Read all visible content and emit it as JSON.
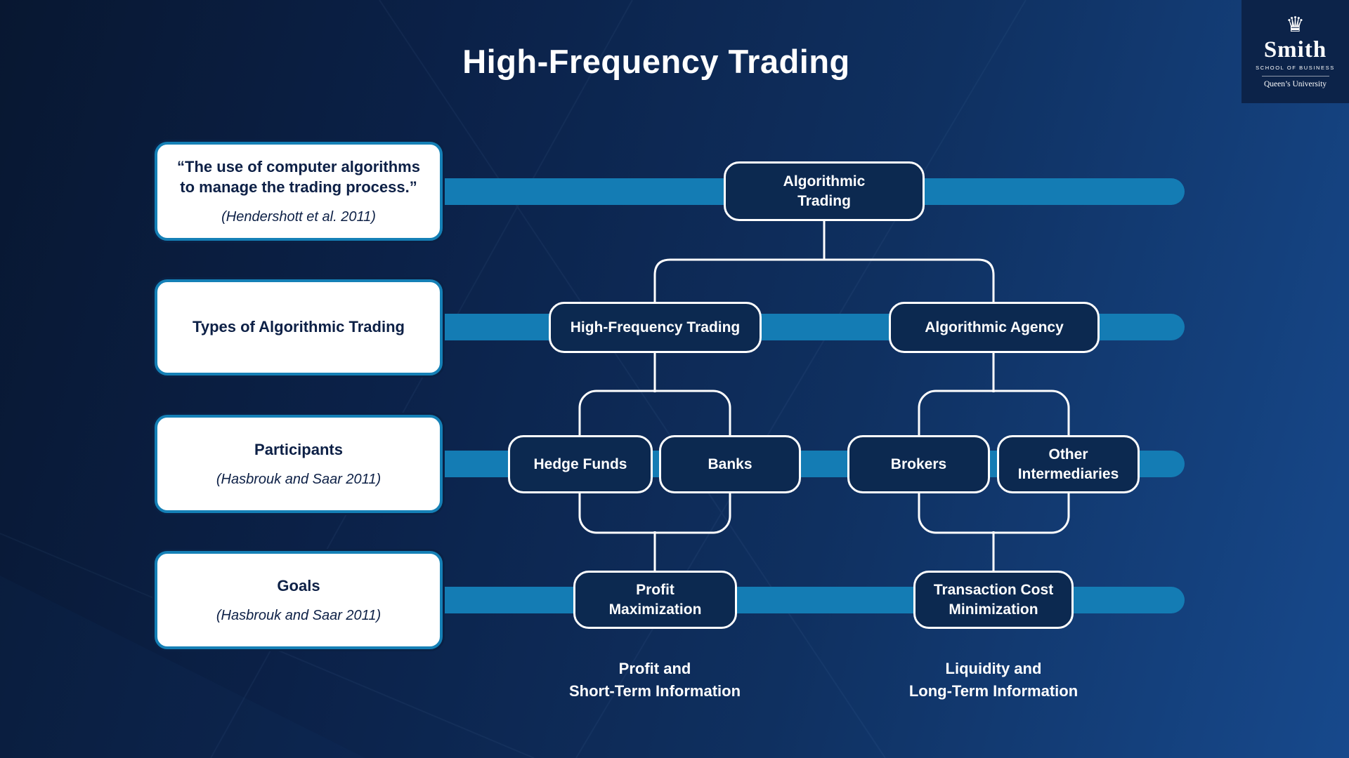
{
  "title": "High-Frequency Trading",
  "logo": {
    "crown_icon": "♛",
    "name": "Smith",
    "school": "SCHOOL OF BUSINESS",
    "university": "Queen’s University"
  },
  "left_boxes": [
    {
      "text": "“The use of computer algorithms\nto manage the trading process.”",
      "cite": "(Hendershott et al. 2011)"
    },
    {
      "text": "Types of Algorithmic Trading",
      "cite": ""
    },
    {
      "text": "Participants",
      "cite": "(Hasbrouk and Saar 2011)"
    },
    {
      "text": "Goals",
      "cite": "(Hasbrouk and Saar 2011)"
    }
  ],
  "nodes": {
    "root": "Algorithmic\nTrading",
    "hft": "High-Frequency Trading",
    "agency": "Algorithmic Agency",
    "hedge_funds": "Hedge Funds",
    "banks": "Banks",
    "brokers": "Brokers",
    "other_intermediaries": "Other\nIntermediaries",
    "profit_max": "Profit\nMaximization",
    "transaction_cost": "Transaction Cost\nMinimization"
  },
  "captions": {
    "left": "Profit and\nShort-Term Information",
    "right": "Liquidity and\nLong-Term Information"
  },
  "colors": {
    "background_dark": "#081731",
    "background_light": "#17498c",
    "rail_teal": "#147cb4",
    "node_navy": "#0c2950",
    "box_border_teal": "#1580b6",
    "box_text_navy": "#0d2046",
    "line_white": "#ffffff"
  }
}
